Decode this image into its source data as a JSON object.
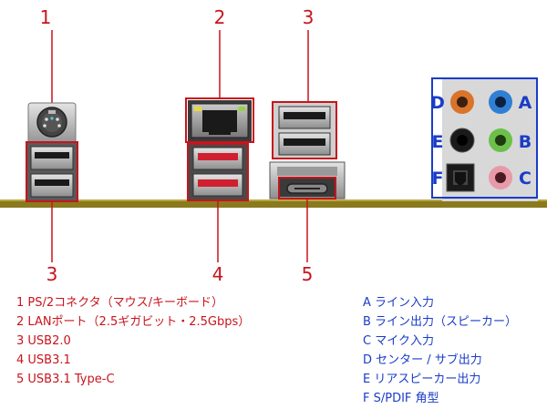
{
  "callouts": {
    "top": [
      "1",
      "2",
      "3"
    ],
    "bottom": [
      "3",
      "4",
      "5"
    ]
  },
  "audio_letters": [
    "D",
    "A",
    "E",
    "B",
    "F",
    "C"
  ],
  "legend_ports": [
    "1 PS/2コネクタ（マウス/キーボード）",
    "2 LANポート（2.5ギガビット・2.5Gbps）",
    "3 USB2.0",
    "4 USB3.1",
    "5 USB3.1 Type-C"
  ],
  "legend_audio": [
    "A ライン入力",
    "B ライン出力（スピーカー）",
    "C マイク入力",
    "D センター / サブ出力",
    "E リアスピーカー出力",
    "F S/PDIF 角型"
  ],
  "colors": {
    "callout_red": "#c8141c",
    "audio_blue": "#1a3cc8",
    "panel_gold": "#8a7a1e",
    "usb3_red": "#d02030",
    "jack_orange": "#d9742a",
    "jack_blue": "#2f7fd4",
    "jack_black": "#1a1a1a",
    "jack_green": "#6cc04a",
    "jack_pink": "#e89aa8"
  }
}
